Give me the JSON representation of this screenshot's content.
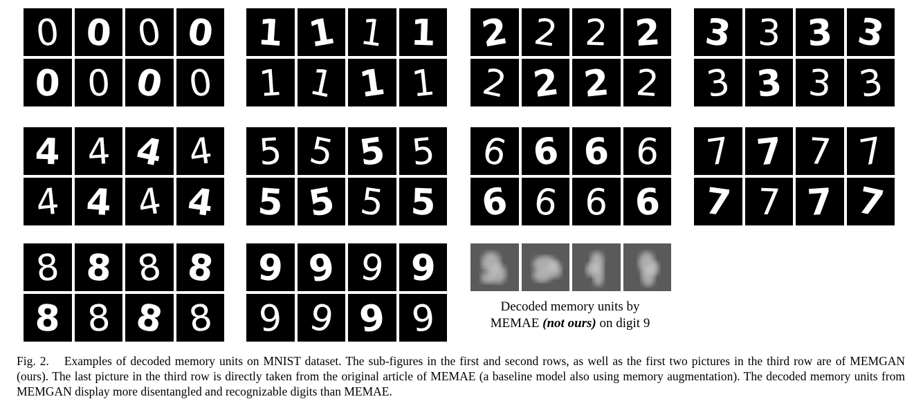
{
  "panels": [
    {
      "digit": "0",
      "model": "MEMGAN"
    },
    {
      "digit": "1",
      "model": "MEMGAN"
    },
    {
      "digit": "2",
      "model": "MEMGAN"
    },
    {
      "digit": "3",
      "model": "MEMGAN"
    },
    {
      "digit": "4",
      "model": "MEMGAN"
    },
    {
      "digit": "5",
      "model": "MEMGAN"
    },
    {
      "digit": "6",
      "model": "MEMGAN"
    },
    {
      "digit": "7",
      "model": "MEMGAN"
    },
    {
      "digit": "8",
      "model": "MEMGAN"
    },
    {
      "digit": "9",
      "model": "MEMGAN"
    }
  ],
  "memae_panel": {
    "caption_line1": "Decoded memory units by",
    "caption_prefix": "MEMAE",
    "caption_emph": "(not ours)",
    "caption_suffix": "on digit 9"
  },
  "figure_caption": {
    "label": "Fig. 2.",
    "text": "Examples of decoded memory units on MNIST dataset. The sub-figures in the first and second rows, as well as the first two pictures in the third row are of MEMGAN (ours). The last picture in the third row is directly taken from the original article of MEMAE (a baseline model also using memory augmentation). The decoded memory units from MEMGAN display more disentangled and recognizable digits than MEMAE."
  }
}
